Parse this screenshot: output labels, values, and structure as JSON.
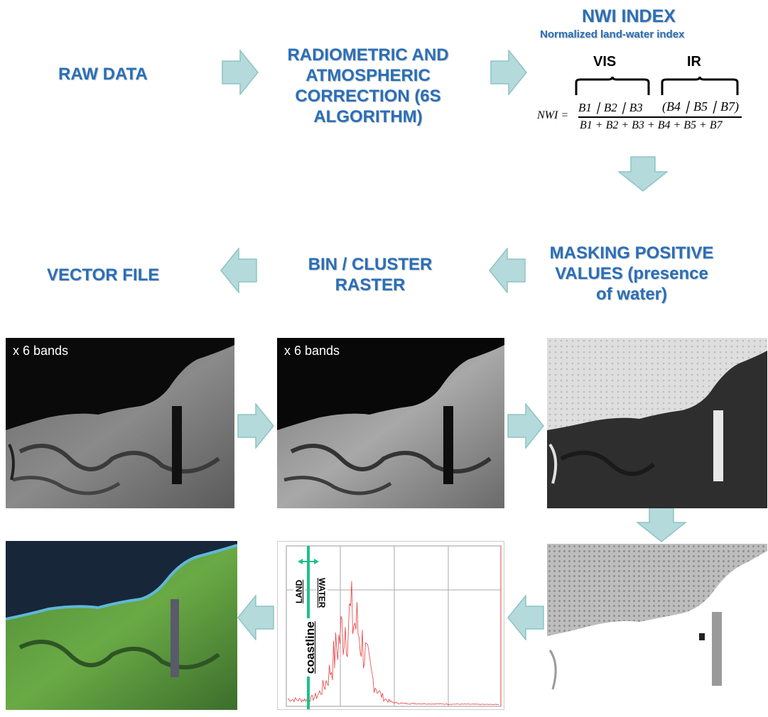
{
  "steps": {
    "raw_data": "RAW DATA",
    "correction": [
      "RADIOMETRIC AND",
      "ATMOSPHERIC",
      "CORRECTION (6S",
      "ALGORITHM)"
    ],
    "nwi_title": "NWI INDEX",
    "nwi_subtitle": "Normalized land-water index",
    "masking": [
      "MASKING POSITIVE",
      "VALUES (presence",
      "of water)"
    ],
    "bin_cluster": [
      "BIN / CLUSTER",
      "RASTER"
    ],
    "vector_file": "VECTOR FILE"
  },
  "formula": {
    "vis_label": "VIS",
    "ir_label": "IR",
    "lhs": "NWI =",
    "numerator_vis": "B1 ∣ B2 ∣ B3",
    "numerator_ir": "(B4 ∣ B5 ∣ B7)",
    "denominator": "B1 + B2 + B3 + B4 + B5 + B7"
  },
  "images": {
    "band_caption_1": "x 6 bands",
    "band_caption_2": "x 6 bands"
  },
  "histogram": {
    "land_label": "LAND",
    "water_label": "WATER",
    "coastline_label": "coastline",
    "line_color": "#1ec08a",
    "signal_color": "#e84040"
  },
  "colors": {
    "step_text": "#2a6fb8",
    "arrow_fill": "#b4dadb",
    "arrow_stroke": "#8fc3c4"
  }
}
